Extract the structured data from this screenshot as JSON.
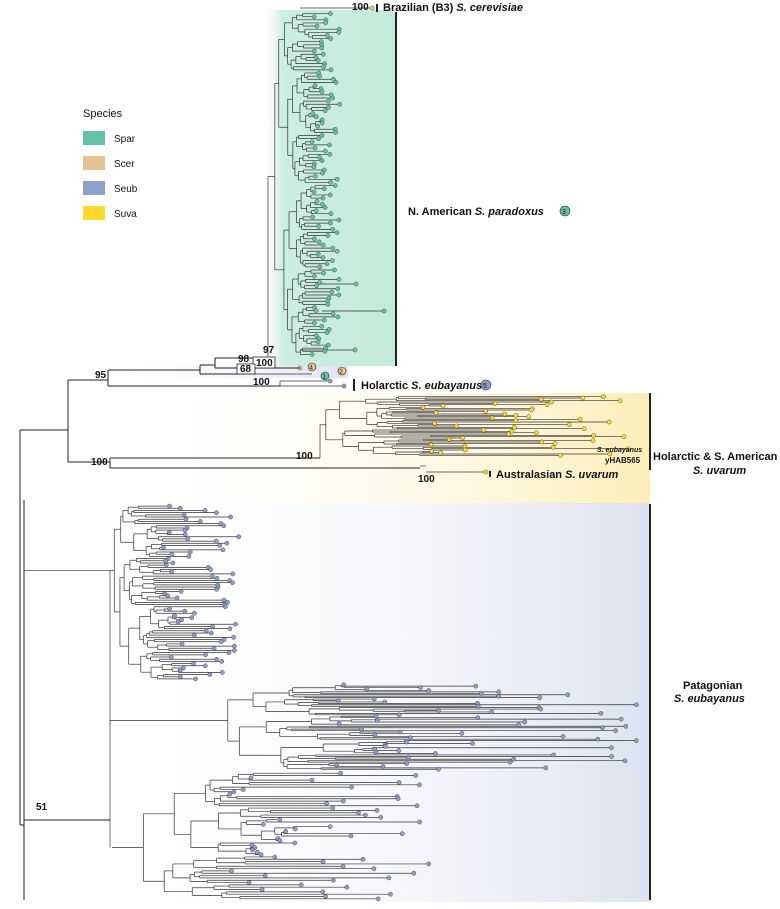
{
  "legend": {
    "title": "Species",
    "items": [
      {
        "label": "Spar",
        "color": "#66c2a5"
      },
      {
        "label": "Scer",
        "color": "#e5c494"
      },
      {
        "label": "Seub",
        "color": "#8da0cb"
      },
      {
        "label": "Suva",
        "color": "#ffd92f"
      }
    ]
  },
  "clades": {
    "brazilian": {
      "prefix": "Brazilian (B3) ",
      "species": "S. cerevisiae"
    },
    "na_paradoxus": {
      "prefix": "N. American ",
      "species": "S. paradoxus",
      "badge": "3"
    },
    "holarctic_eub": {
      "prefix": "Holarctic ",
      "species": "S. eubayanus",
      "badge": "5"
    },
    "holarctic_uva_line1": "Holarctic & S. American",
    "holarctic_uva_line2": "S. uvarum",
    "australasian": {
      "prefix": "Australasian ",
      "species": "S. uvarum"
    },
    "patagonian_line1": "Patagonian",
    "patagonian_line2": "S. eubayanus",
    "yhab_species": "S. eubayanus",
    "yhab_strain": "yHAB565"
  },
  "bootstrap": {
    "b100_top": "100",
    "b97": "97",
    "b98": "98",
    "b100_mid": "100",
    "b68": "68",
    "b95": "95",
    "b100_hol": "100",
    "b100_uva": "100",
    "b100_uvarum_root": "100",
    "b100_aus": "100",
    "b51": "51"
  },
  "badges": {
    "b4": "4",
    "b2": "2",
    "b1": "1"
  },
  "colors": {
    "spar_bg": "#cdeee2",
    "suva_bg": "#fdf0c2",
    "seub_bg": "#dde3f0"
  }
}
